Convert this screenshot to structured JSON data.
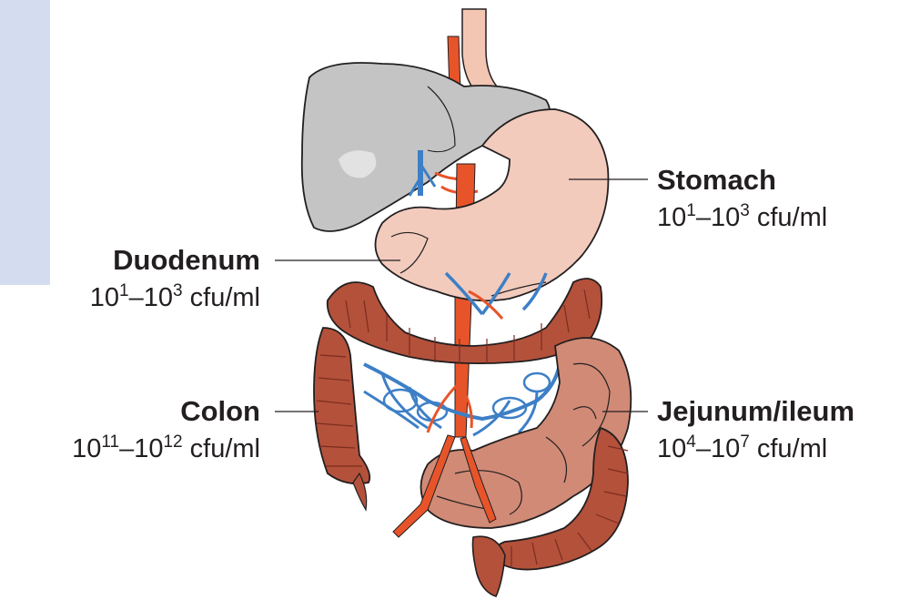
{
  "colors": {
    "sidebar": "#d4ddf0",
    "liver": "#c4c4c4",
    "liver_shadow": "#a9a9a9",
    "stomach": "#f2cbbd",
    "stomach_shadow": "#e3ab99",
    "colon": "#b4513b",
    "colon_dark": "#7a2d1e",
    "small_intestine": "#d08a76",
    "artery": "#e8542a",
    "vein": "#3d7fc6",
    "esophagus": "#f3c6b4",
    "leader_line": "#231f20",
    "text": "#231f20"
  },
  "labels": {
    "stomach": {
      "name": "Stomach",
      "conc_prefix": "10",
      "conc_exp1": "1",
      "conc_mid": "–10",
      "conc_exp2": "3",
      "conc_unit": " cfu/ml"
    },
    "duodenum": {
      "name": "Duodenum",
      "conc_prefix": "10",
      "conc_exp1": "1",
      "conc_mid": "–10",
      "conc_exp2": "3",
      "conc_unit": " cfu/ml"
    },
    "colon": {
      "name": "Colon",
      "conc_prefix": "10",
      "conc_exp1": "11",
      "conc_mid": "–10",
      "conc_exp2": "12",
      "conc_unit": " cfu/ml"
    },
    "jejunum_ileum": {
      "name": "Jejunum/ileum",
      "conc_prefix": "10",
      "conc_exp1": "4",
      "conc_mid": "–10",
      "conc_exp2": "7",
      "conc_unit": " cfu/ml"
    }
  }
}
